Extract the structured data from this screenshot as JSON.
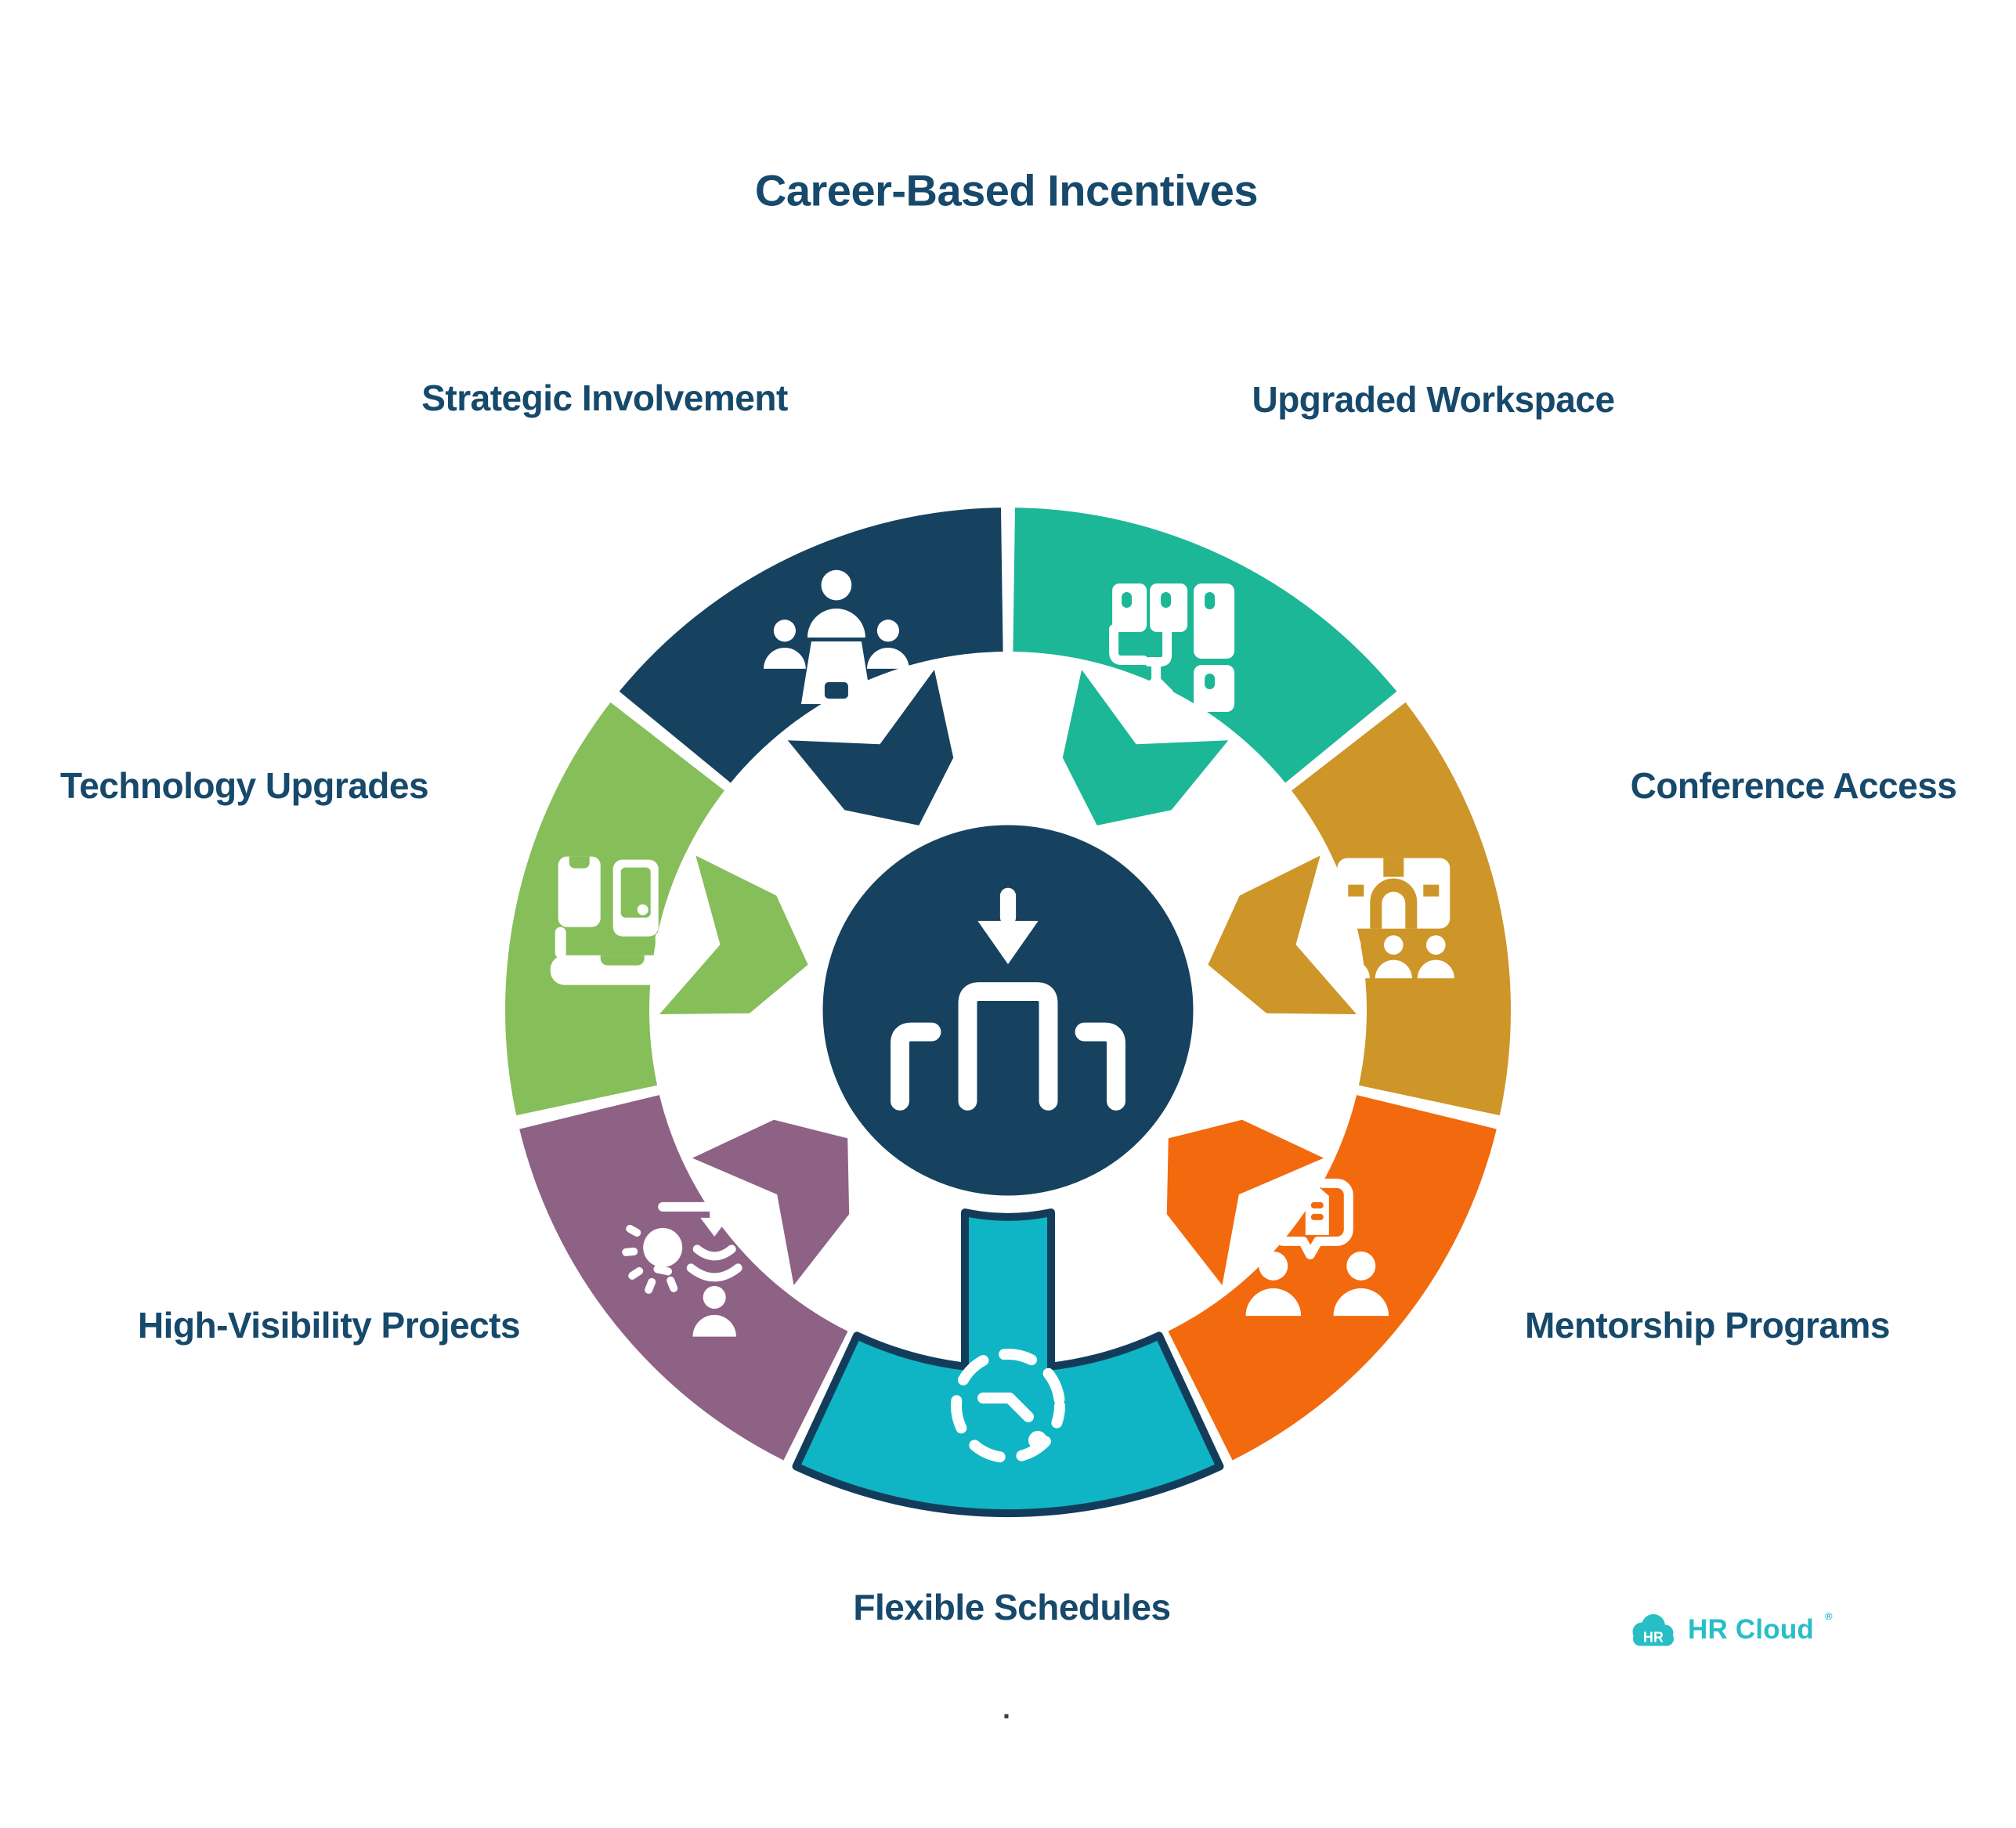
{
  "title": "Career-Based Incentives",
  "center": {
    "icon": "leadership-selection-icon"
  },
  "segments": [
    {
      "label": "Upgraded Workspace",
      "color": "#1CB796",
      "icon": "workspace-furniture-icon",
      "selected": false
    },
    {
      "label": "Conference Access",
      "color": "#CE9528",
      "icon": "conference-stage-icon",
      "selected": false
    },
    {
      "label": "Mentorship Programs",
      "color": "#F26A0D",
      "icon": "mentorship-chat-icon",
      "selected": false
    },
    {
      "label": "Flexible Schedules",
      "color": "#0FB5C4",
      "icon": "flexible-clock-icon",
      "selected": true
    },
    {
      "label": "High-Visibility Projects",
      "color": "#8D6285",
      "icon": "spotlight-idea-icon",
      "selected": false
    },
    {
      "label": "Technology Upgrades",
      "color": "#86BE5A",
      "icon": "devices-icon",
      "selected": false
    },
    {
      "label": "Strategic Involvement",
      "color": "#16425F",
      "icon": "meeting-table-icon",
      "selected": false
    }
  ],
  "colors": {
    "outline": "#133C5B",
    "label_text": "#16496B",
    "center_fill": "#16425F",
    "background": "#FFFFFF",
    "logo_teal": "#27BFC5"
  },
  "footnote": ".",
  "logo": {
    "badge": "HR",
    "text": "HR Cloud",
    "reg": "®"
  }
}
